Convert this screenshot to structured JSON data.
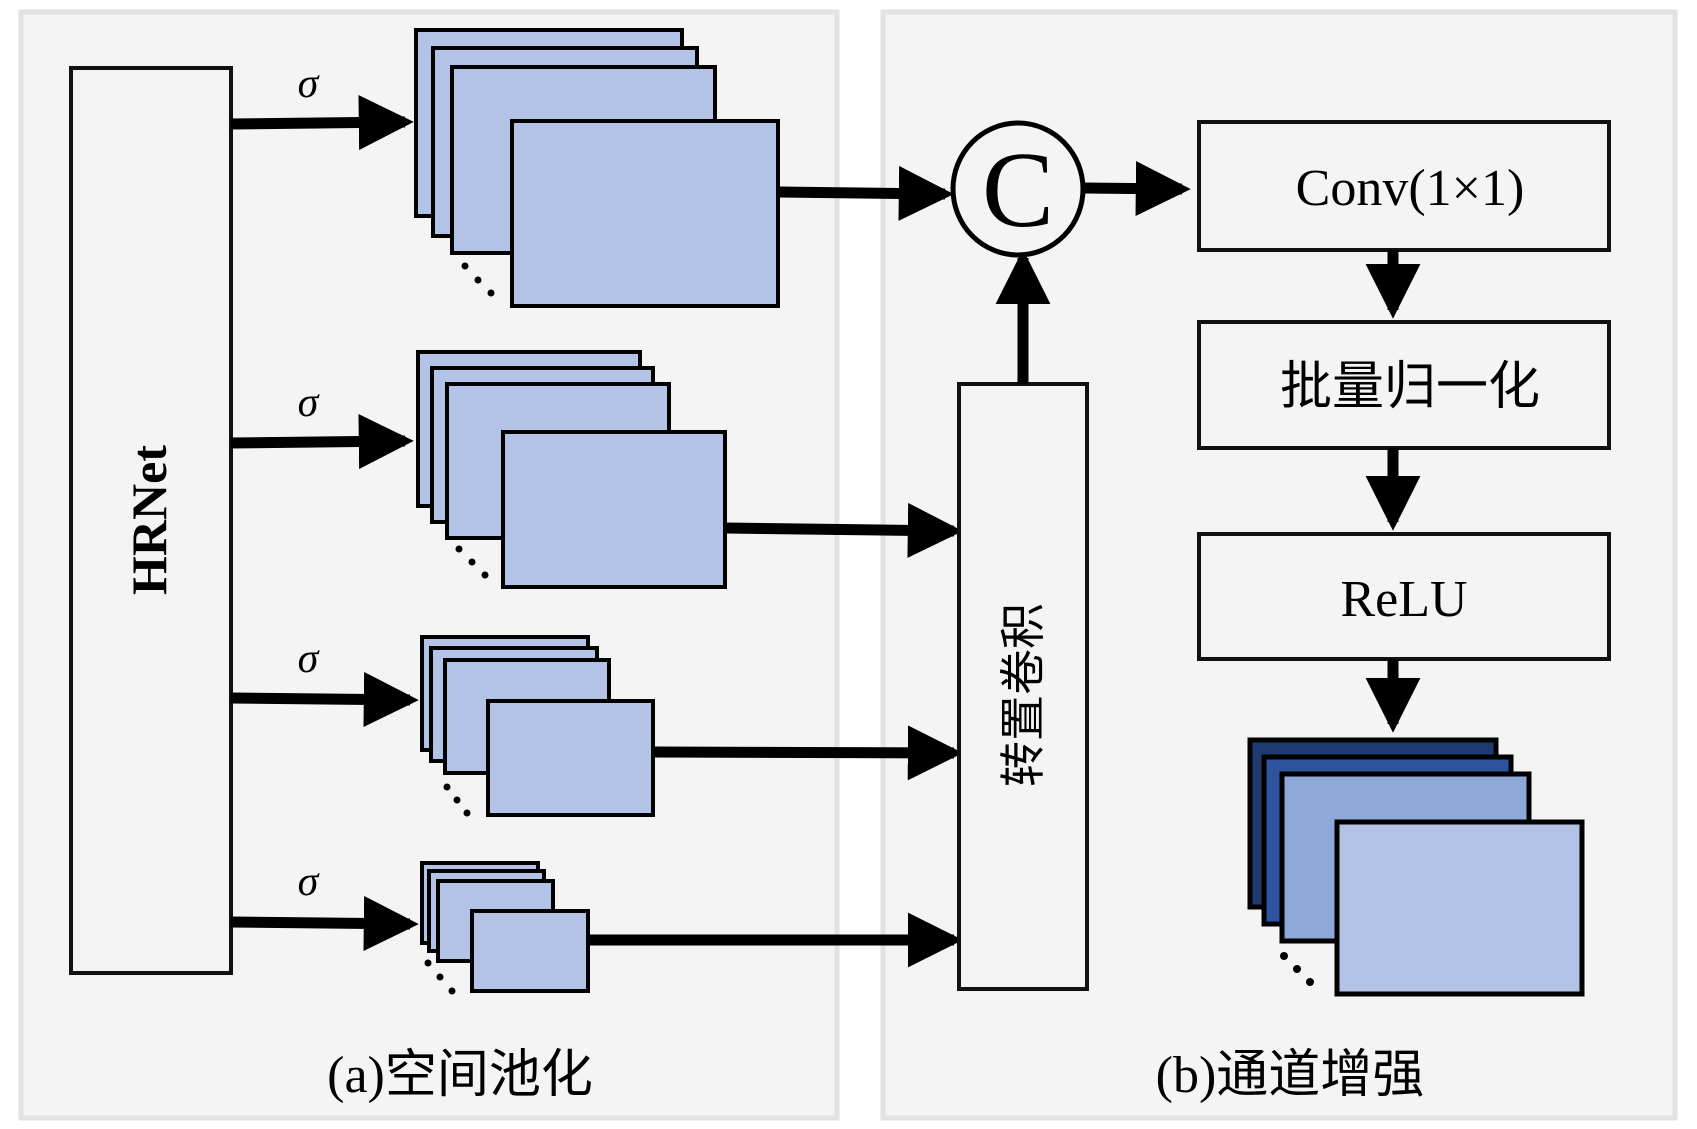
{
  "panels": {
    "a": {
      "caption": "(a)空间池化"
    },
    "b": {
      "caption": "(b)通道增强"
    }
  },
  "backbone": {
    "label": "HRNet"
  },
  "branches": [
    {
      "operator": "σ"
    },
    {
      "operator": "σ"
    },
    {
      "operator": "σ"
    },
    {
      "operator": "σ"
    }
  ],
  "transposed_conv": {
    "label": "转置卷积"
  },
  "concat": {
    "symbol": "C"
  },
  "blocks": [
    {
      "label": "Conv(1×1)"
    },
    {
      "label": "批量归一化"
    },
    {
      "label": "ReLU"
    }
  ],
  "colors": {
    "panel_fill": "#f4f4f4",
    "panel_border": "#e2e2e2",
    "feature_light": "#b3c3e5",
    "feature_mid": "#8ea8d8",
    "feature_blue": "#2e54a0",
    "feature_dark": "#1f3a6e"
  }
}
